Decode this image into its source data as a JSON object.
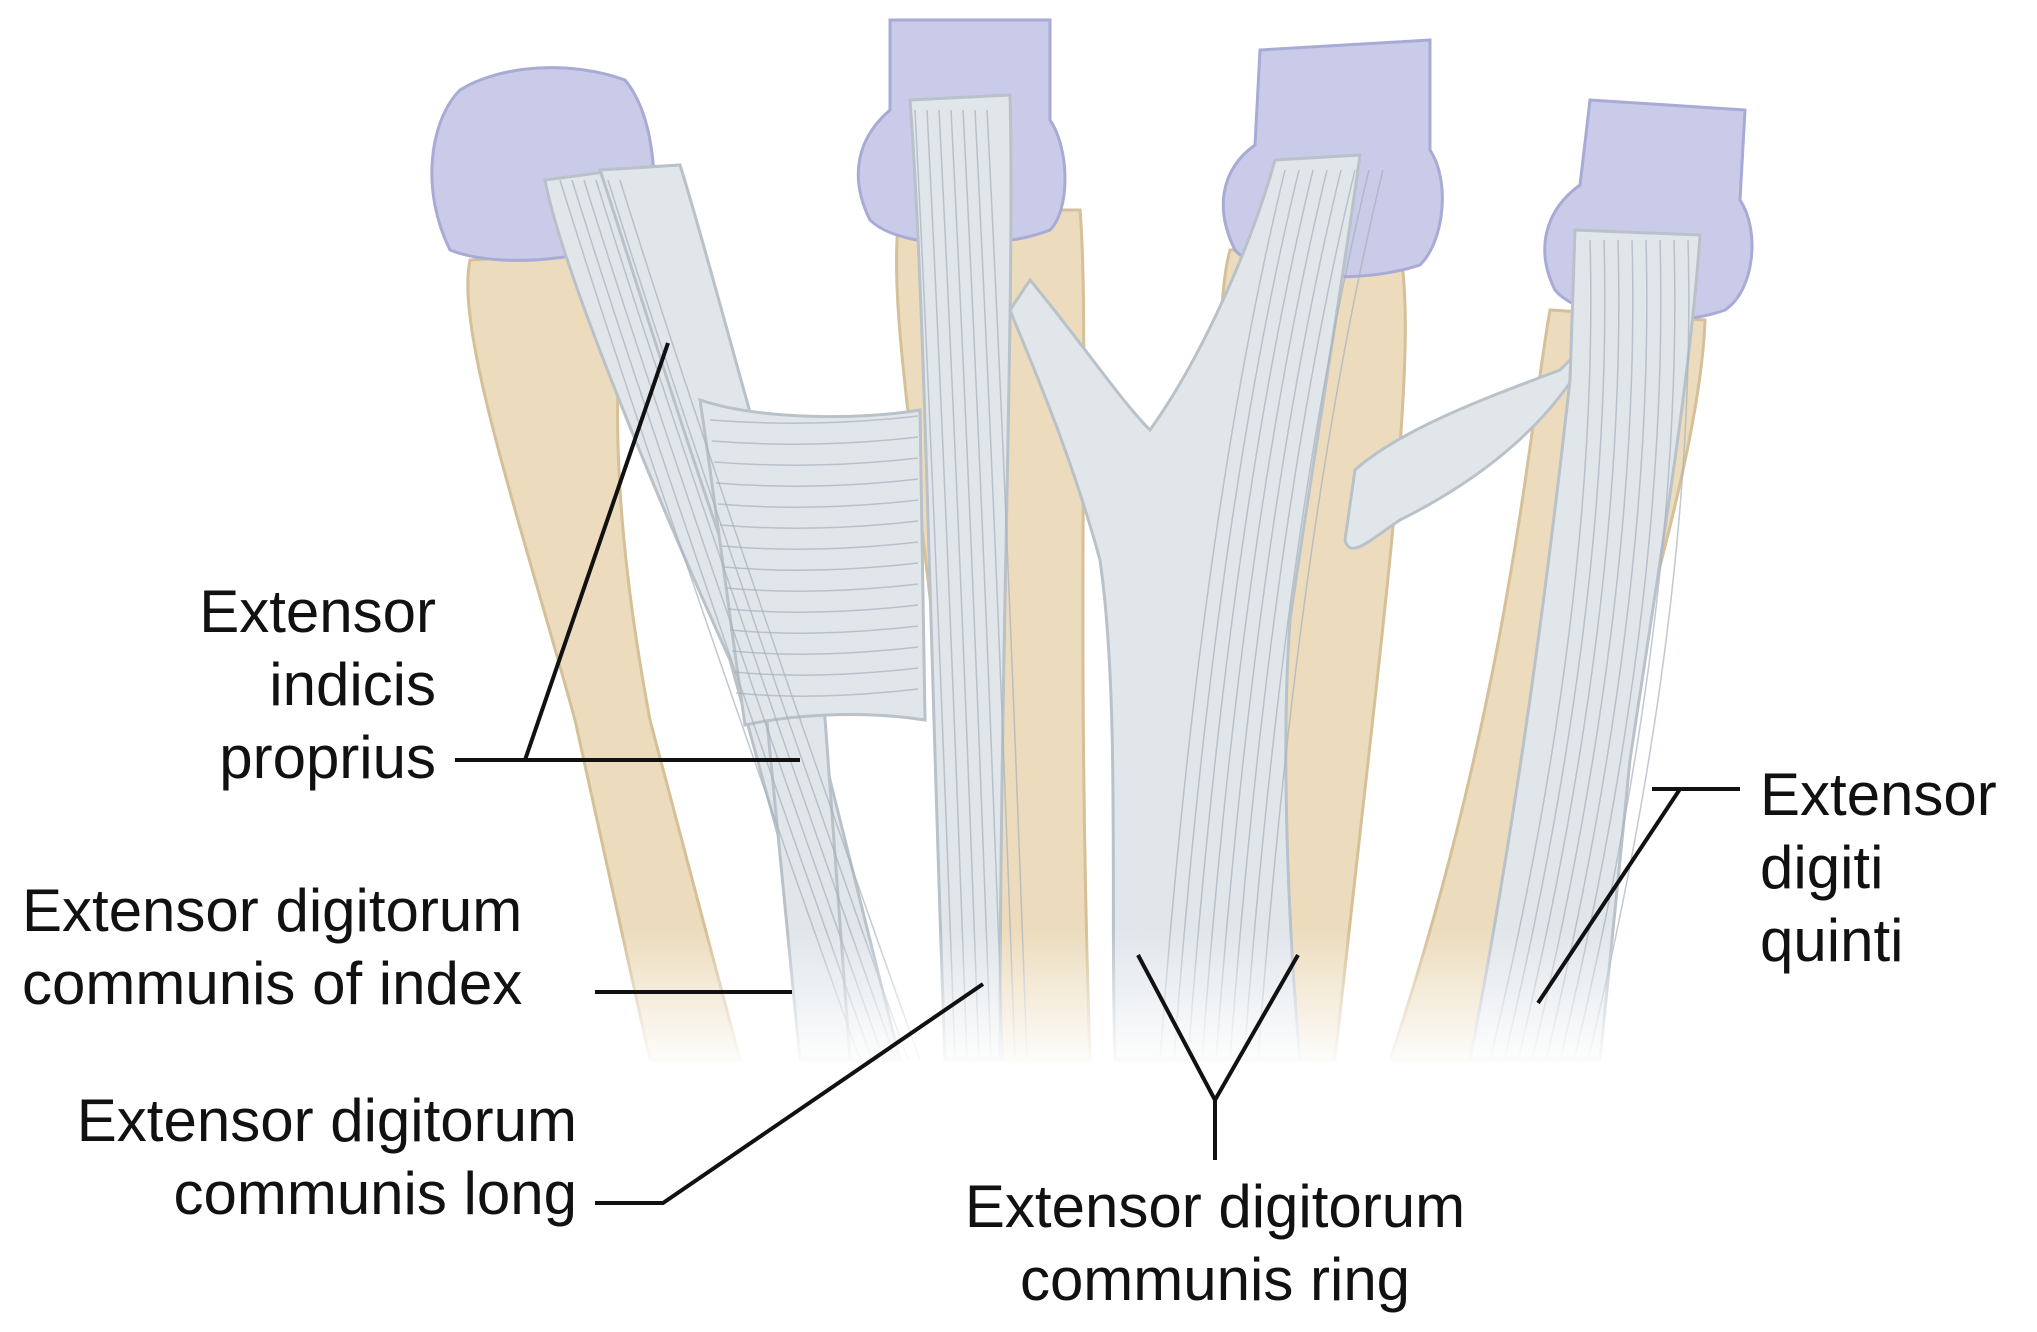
{
  "colors": {
    "bone": "#ecdcbd",
    "bone_shade": "#d6c097",
    "cartilage": "#c9cbe8",
    "cartilage_shade": "#a7abd6",
    "tendon": "#e1e6eb",
    "tendon_shade": "#b9c1c9",
    "tendon_line": "#a7b0ba",
    "leader": "#111111",
    "text": "#111111"
  },
  "labels": {
    "indicis": {
      "line1": "Extensor",
      "line2": "indicis",
      "line3": "proprius"
    },
    "edc_index": {
      "line1": "Extensor digitorum",
      "line2": "communis of index"
    },
    "edc_long": {
      "line1": "Extensor digitorum",
      "line2": "communis long"
    },
    "edc_ring": {
      "line1": "Extensor digitorum",
      "line2": "communis ring"
    },
    "quinti": {
      "line1": "Extensor",
      "line2": "digiti",
      "line3": "quinti"
    }
  }
}
